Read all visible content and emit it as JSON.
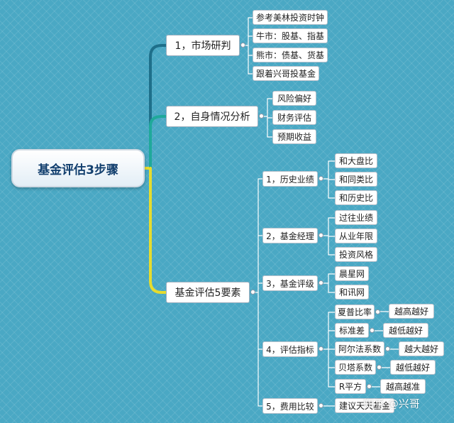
{
  "root": "基金评估3步骤",
  "market": {
    "label": "1，市场研判",
    "children": [
      "参考美林投资时钟",
      "牛市：股基、指基",
      "熊市：债基、货基",
      "跟着兴哥投基金"
    ]
  },
  "self": {
    "label": "2，自身情况分析",
    "children": [
      "风险偏好",
      "财务评估",
      "预期收益"
    ]
  },
  "elements": {
    "label": "基金评估5要素",
    "items": [
      {
        "label": "1，历史业绩",
        "children": [
          "和大盘比",
          "和同类比",
          "和历史比"
        ]
      },
      {
        "label": "2，基金经理",
        "children": [
          "过往业绩",
          "从业年限",
          "投资风格"
        ]
      },
      {
        "label": "3，基金评级",
        "children": [
          "晨星网",
          "和讯网"
        ]
      },
      {
        "label": "4，评估指标",
        "children": [
          {
            "label": "夏普比率",
            "note": "越高越好"
          },
          {
            "label": "标准差",
            "note": "越低越好"
          },
          {
            "label": "阿尔法系数",
            "note": "越大越好"
          },
          {
            "label": "贝塔系数",
            "note": "越低越好"
          },
          {
            "label": "R平方",
            "note": "越高越准"
          }
        ]
      },
      {
        "label": "5，费用比较",
        "children": [
          "建议天天基金"
        ]
      }
    ]
  },
  "watermark": "知乎 @兴哥",
  "colors": {
    "background": "#4aa8c4",
    "branch_market": "#1e6f8a",
    "branch_self": "#1fa99a",
    "branch_elements": "#e6dc2e",
    "connector": "#ffffff"
  }
}
